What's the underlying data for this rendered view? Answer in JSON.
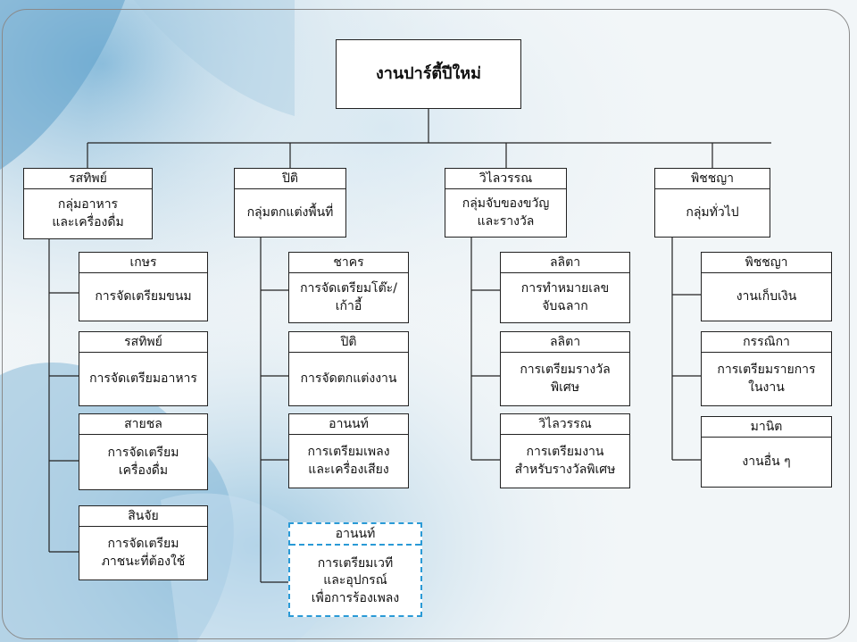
{
  "root": "งานปาร์ตี้ปีใหม่",
  "groups": [
    {
      "leader": "รสทิพย์",
      "group_name": "กลุ่มอาหาร\nและเครื่องดื่ม",
      "tasks": [
        {
          "person": "เกษร",
          "task": "การจัดเตรียมขนม"
        },
        {
          "person": "รสทิพย์",
          "task": "การจัดเตรียมอาหาร"
        },
        {
          "person": "สายชล",
          "task": "การจัดเตรียม\nเครื่องดื่ม"
        },
        {
          "person": "สินจัย",
          "task": "การจัดเตรียม\nภาชนะที่ต้องใช้"
        }
      ]
    },
    {
      "leader": "ปิติ",
      "group_name": "กลุ่มตกแต่งพื้นที่",
      "tasks": [
        {
          "person": "ชาคร",
          "task": "การจัดเตรียมโต๊ะ/\nเก้าอี้"
        },
        {
          "person": "ปิติ",
          "task": "การจัดตกแต่งงาน"
        },
        {
          "person": "อานนท์",
          "task": "การเตรียมเพลง\nและเครื่องเสียง"
        },
        {
          "person": "อานนท์",
          "task": "การเตรียมเวที\nและอุปกรณ์\nเพื่อการร้องเพลง"
        }
      ]
    },
    {
      "leader": "วิไลวรรณ",
      "group_name": "กลุ่มจับของขวัญ\nและรางวัล",
      "tasks": [
        {
          "person": "ลลิตา",
          "task": "การทำหมายเลข\nจับฉลาก"
        },
        {
          "person": "ลลิตา",
          "task": "การเตรียมรางวัล\nพิเศษ"
        },
        {
          "person": "วิไลวรรณ",
          "task": "การเตรียมงาน\nสำหรับรางวัลพิเศษ"
        }
      ]
    },
    {
      "leader": "พิชชญา",
      "group_name": "กลุ่มทั่วไป",
      "tasks": [
        {
          "person": "พิชชญา",
          "task": "งานเก็บเงิน"
        },
        {
          "person": "กรรณิกา",
          "task": "การเตรียมรายการ\nในงาน"
        },
        {
          "person": "มานิต",
          "task": "งานอื่น ๆ"
        }
      ]
    }
  ],
  "colors": {
    "line": "#222222",
    "dashed_border": "#2a9ad6",
    "background_tint": "#bcd9ea"
  }
}
